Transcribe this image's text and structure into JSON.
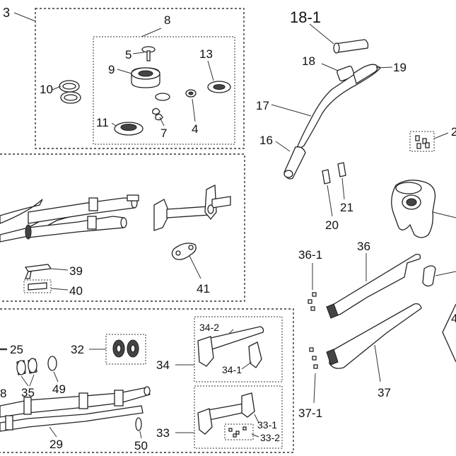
{
  "diagram": {
    "labels": {
      "l3": "3",
      "l8": "8",
      "l5": "5",
      "l9": "9",
      "l13": "13",
      "l10": "10",
      "l11": "11",
      "l7": "7",
      "l4": "4",
      "l18_1": "18-1",
      "l18": "18",
      "l19": "19",
      "l17": "17",
      "l16": "16",
      "l2x": "2",
      "l21": "21",
      "l20": "20",
      "l39": "39",
      "l40": "40",
      "l41": "41",
      "l36_1": "36-1",
      "l36": "36",
      "l37": "37",
      "l37_1": "37-1",
      "l25": "25",
      "l32": "32",
      "l35": "35",
      "l49": "49",
      "l8b": "8",
      "l29": "29",
      "l50": "50",
      "l34_2": "34-2",
      "l34": "34",
      "l34_1": "34-1",
      "l33": "33",
      "l33_1": "33-1",
      "l33_2": "33-2",
      "l4x": "4"
    }
  }
}
